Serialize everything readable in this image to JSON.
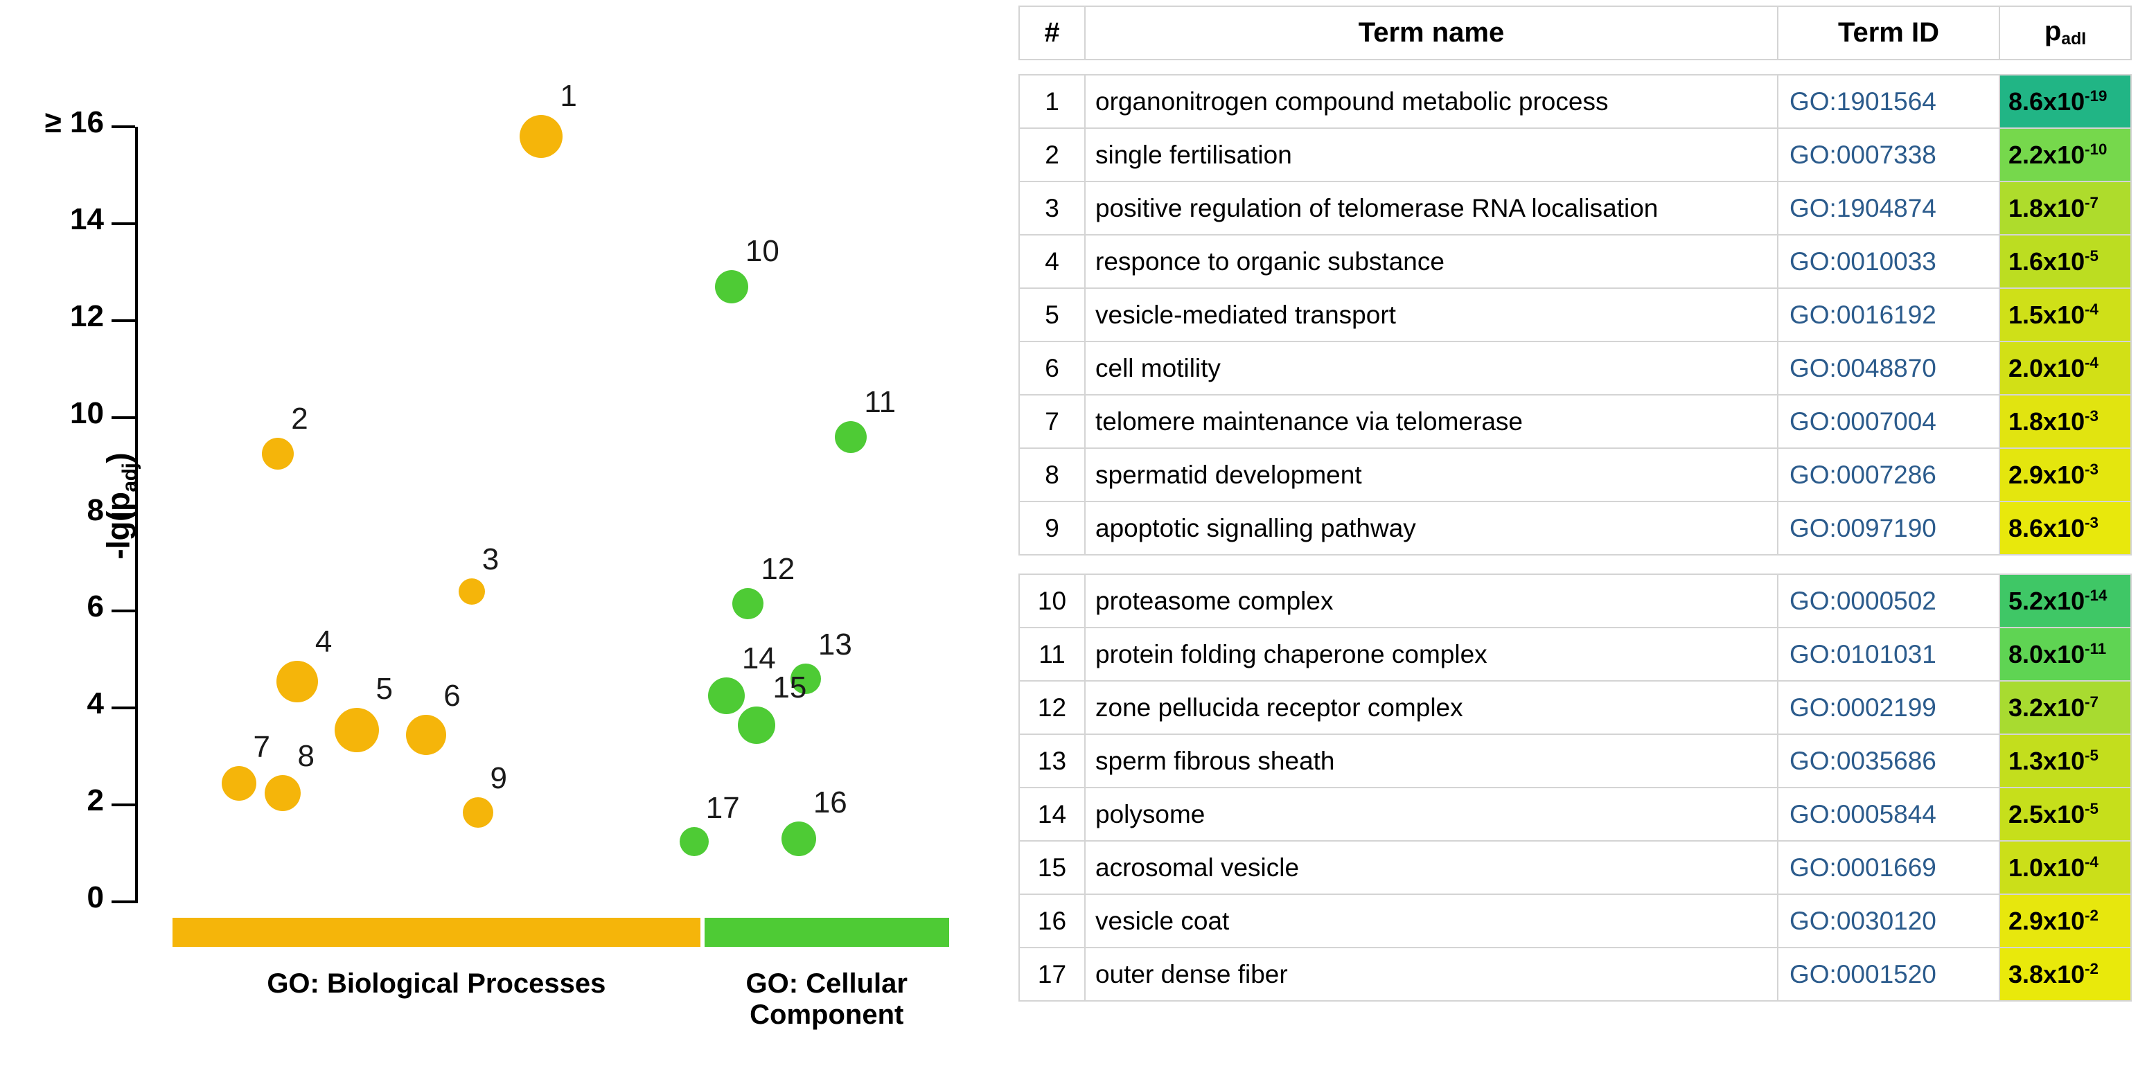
{
  "chart_data": {
    "type": "scatter",
    "title": "",
    "xlabel": "",
    "ylabel": "-lg(padj)",
    "ylabel_base": "-lg(p",
    "ylabel_sub": "adj",
    "ylabel_close": ")",
    "ylim": [
      0,
      16
    ],
    "grid": false,
    "legend": "none",
    "ytick_labels": [
      "≥ 16",
      "14",
      "12",
      "10",
      "8",
      "6",
      "4",
      "2",
      "0"
    ],
    "ytick_values": [
      16,
      14,
      12,
      10,
      8,
      6,
      4,
      2,
      0
    ],
    "categories": [
      {
        "label": "GO: Biological Processes",
        "color": "#F5B50A",
        "span": [
          0,
          0.605
        ]
      },
      {
        "label": "GO: Cellular\nComponent",
        "label_line1": "GO: Cellular",
        "label_line2": "Component",
        "color": "#4ECB35",
        "span": [
          0.61,
          0.89
        ]
      }
    ],
    "series": [
      {
        "name": "GO: Biological Processes",
        "color": "#F5B50A",
        "points": [
          {
            "id": "1",
            "x": 0.465,
            "y": 15.8,
            "size": 62
          },
          {
            "id": "2",
            "x": 0.163,
            "y": 9.25,
            "size": 46
          },
          {
            "id": "3",
            "x": 0.385,
            "y": 6.4,
            "size": 38
          },
          {
            "id": "4",
            "x": 0.185,
            "y": 4.55,
            "size": 60
          },
          {
            "id": "5",
            "x": 0.253,
            "y": 3.55,
            "size": 64
          },
          {
            "id": "6",
            "x": 0.333,
            "y": 3.45,
            "size": 58
          },
          {
            "id": "7",
            "x": 0.118,
            "y": 2.45,
            "size": 50
          },
          {
            "id": "8",
            "x": 0.168,
            "y": 2.25,
            "size": 52
          },
          {
            "id": "9",
            "x": 0.392,
            "y": 1.85,
            "size": 44
          }
        ]
      },
      {
        "name": "GO: Cellular Component",
        "color": "#4ECB35",
        "points": [
          {
            "id": "10",
            "x": 0.683,
            "y": 12.7,
            "size": 48
          },
          {
            "id": "11",
            "x": 0.82,
            "y": 9.6,
            "size": 46
          },
          {
            "id": "12",
            "x": 0.702,
            "y": 6.15,
            "size": 45
          },
          {
            "id": "13",
            "x": 0.768,
            "y": 4.6,
            "size": 44
          },
          {
            "id": "14",
            "x": 0.677,
            "y": 4.25,
            "size": 53
          },
          {
            "id": "15",
            "x": 0.712,
            "y": 3.65,
            "size": 54
          },
          {
            "id": "16",
            "x": 0.76,
            "y": 1.3,
            "size": 50
          },
          {
            "id": "17",
            "x": 0.64,
            "y": 1.25,
            "size": 42
          }
        ]
      }
    ]
  },
  "table": {
    "headers": {
      "num": "#",
      "term_name": "Term name",
      "term_id": "Term ID",
      "padj": "p",
      "padj_sub": "adI"
    },
    "blocks": [
      {
        "rows": [
          {
            "num": "1",
            "name": "organonitrogen compound metabolic process",
            "id": "GO:1901564",
            "p_mantissa": "8.6x10",
            "p_exp": "-19",
            "color": "#21B585"
          },
          {
            "num": "2",
            "name": "single fertilisation",
            "id": "GO:0007338",
            "p_mantissa": "2.2x10",
            "p_exp": "-10",
            "color": "#76D84C"
          },
          {
            "num": "3",
            "name": "positive regulation of telomerase RNA localisation",
            "id": "GO:1904874",
            "p_mantissa": "1.8x10",
            "p_exp": "-7",
            "color": "#AEDC2C"
          },
          {
            "num": "4",
            "name": "responce to organic substance",
            "id": "GO:0010033",
            "p_mantissa": "1.6x10",
            "p_exp": "-5",
            "color": "#BCDD21"
          },
          {
            "num": "5",
            "name": "vesicle-mediated transport",
            "id": "GO:0016192",
            "p_mantissa": "1.5x10",
            "p_exp": "-4",
            "color": "#CFE018"
          },
          {
            "num": "6",
            "name": "cell motility",
            "id": "GO:0048870",
            "p_mantissa": "2.0x10",
            "p_exp": "-4",
            "color": "#D2E016"
          },
          {
            "num": "7",
            "name": "telomere maintenance via telomerase",
            "id": "GO:0007004",
            "p_mantissa": "1.8x10",
            "p_exp": "-3",
            "color": "#E1E410"
          },
          {
            "num": "8",
            "name": "spermatid development",
            "id": "GO:0007286",
            "p_mantissa": "2.9x10",
            "p_exp": "-3",
            "color": "#E4E60E"
          },
          {
            "num": "9",
            "name": "apoptotic signalling pathway",
            "id": "GO:0097190",
            "p_mantissa": "8.6x10",
            "p_exp": "-3",
            "color": "#E8E80C"
          }
        ]
      },
      {
        "rows": [
          {
            "num": "10",
            "name": "proteasome complex",
            "id": "GO:0000502",
            "p_mantissa": "5.2x10",
            "p_exp": "-14",
            "color": "#3FC766"
          },
          {
            "num": "11",
            "name": "protein folding chaperone complex",
            "id": "GO:0101031",
            "p_mantissa": "8.0x10",
            "p_exp": "-11",
            "color": "#5FD453"
          },
          {
            "num": "12",
            "name": "zone pellucida receptor complex",
            "id": "GO:0002199",
            "p_mantissa": "3.2x10",
            "p_exp": "-7",
            "color": "#A8DB30"
          },
          {
            "num": "13",
            "name": "sperm fibrous sheath",
            "id": "GO:0035686",
            "p_mantissa": "1.3x10",
            "p_exp": "-5",
            "color": "#C3DE1D"
          },
          {
            "num": "14",
            "name": "polysome",
            "id": "GO:0005844",
            "p_mantissa": "2.5x10",
            "p_exp": "-5",
            "color": "#C6DF1B"
          },
          {
            "num": "15",
            "name": "acrosomal vesicle",
            "id": "GO:0001669",
            "p_mantissa": "1.0x10",
            "p_exp": "-4",
            "color": "#CBDF19"
          },
          {
            "num": "16",
            "name": "vesicle coat",
            "id": "GO:0030120",
            "p_mantissa": "2.9x10",
            "p_exp": "-2",
            "color": "#E7E70D"
          },
          {
            "num": "17",
            "name": "outer dense fiber",
            "id": "GO:0001520",
            "p_mantissa": "3.8x10",
            "p_exp": "-2",
            "color": "#E9E90B"
          }
        ]
      }
    ]
  }
}
